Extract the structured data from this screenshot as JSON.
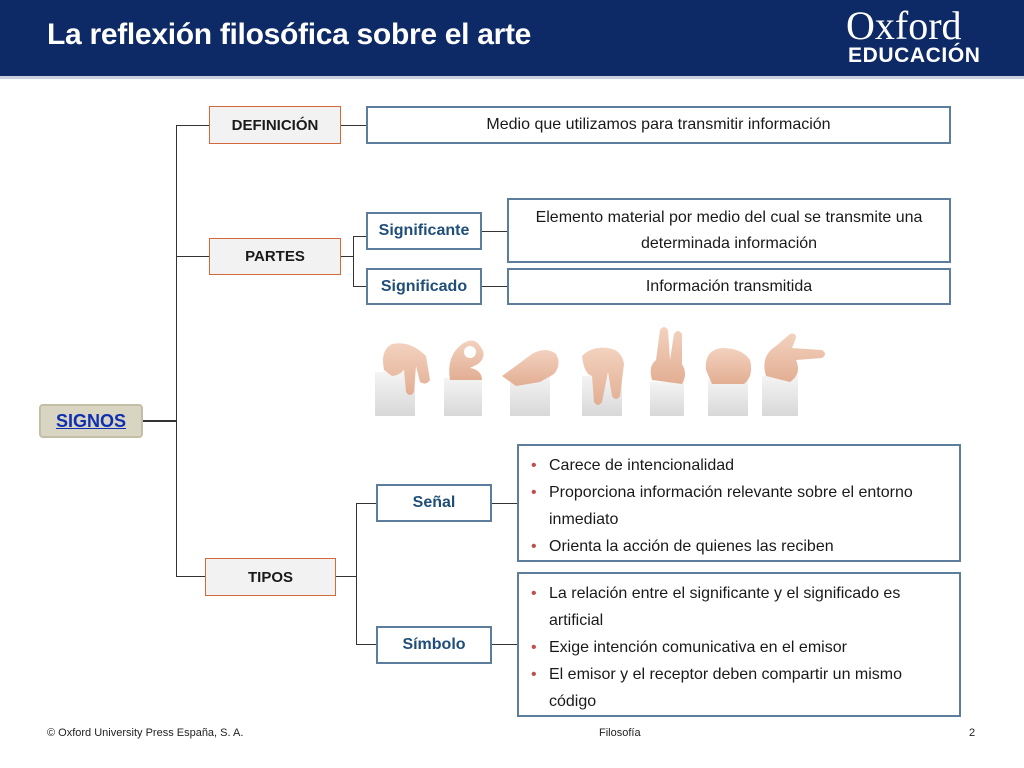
{
  "header": {
    "title": "La reflexión filosófica sobre el arte",
    "logo_top": "Oxford",
    "logo_bottom": "EDUCACIÓN",
    "background": "#0e2a66"
  },
  "diagram": {
    "root": "SIGNOS",
    "definicion": {
      "label": "DEFINICIÓN",
      "text": "Medio que utilizamos para transmitir información"
    },
    "partes": {
      "label": "PARTES",
      "significante": {
        "label": "Significante",
        "text": "Elemento material por medio del cual se transmite una determinada información"
      },
      "significado": {
        "label": "Significado",
        "text": "Información transmitida"
      }
    },
    "tipos": {
      "label": "TIPOS",
      "senal": {
        "label": "Señal",
        "items": [
          "Carece de intencionalidad",
          "Proporciona información relevante sobre el entorno inmediato",
          "Orienta la acción de quienes las reciben"
        ]
      },
      "simbolo": {
        "label": "Símbolo",
        "items": [
          "La relación entre el significante y el significado es artificial",
          "Exige intención comunicativa en el emisor",
          "El emisor y el receptor deben compartir un mismo código"
        ]
      }
    },
    "colors": {
      "category_border": "#d2693b",
      "box_border": "#5d7d9c",
      "sub_label": "#1f4e79",
      "bullet": "#c0504d",
      "root_text": "#0f2fb0"
    }
  },
  "footer": {
    "copyright": "© Oxford University Press España, S. A.",
    "subject": "Filosofía",
    "page": "2"
  }
}
